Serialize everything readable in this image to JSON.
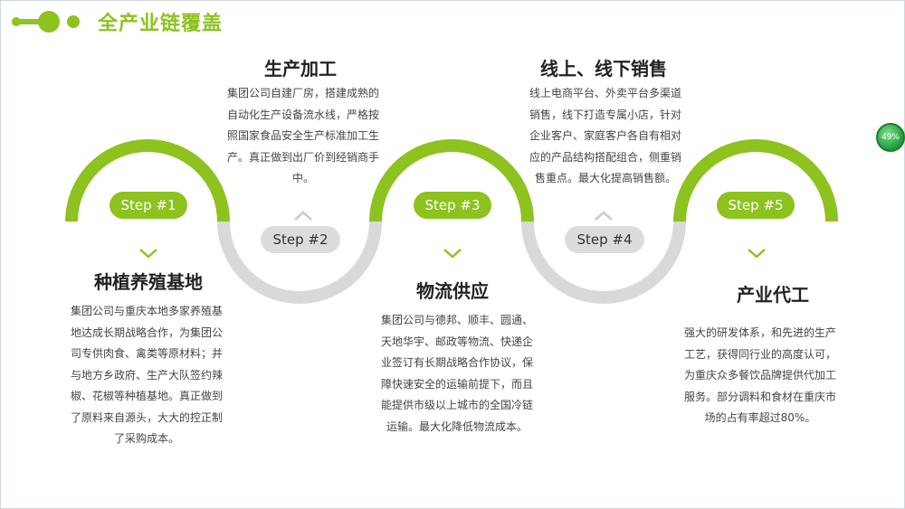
{
  "header": {
    "title": "全产业链覆盖"
  },
  "colors": {
    "accent": "#8dc21f",
    "grey_arc": "#d9d9d9",
    "pill_grey": "#dcdcdc"
  },
  "steps": [
    {
      "badge": "Step #1",
      "title": "种植养殖基地",
      "desc": "集团公司与重庆本地多家养殖基地达成长期战略合作，为集团公司专供肉食、禽类等原材料；并与地方乡政府、生产大队签约辣椒、花椒等种植基地。真正做到了原料来自源头，大大的控正制了采购成本。"
    },
    {
      "badge": "Step #2",
      "title": "生产加工",
      "desc": "集团公司自建厂房，搭建成熟的自动化生产设备流水线，严格按照国家食品安全生产标准加工生产。真正做到出厂价到经销商手中。"
    },
    {
      "badge": "Step #3",
      "title": "物流供应",
      "desc": "集团公司与德邦、顺丰、圆通、天地华宇、邮政等物流、快递企业签订有长期战略合作协议，保障快速安全的运输前提下，而且能提供市级以上城市的全国冷链运输。最大化降低物流成本。"
    },
    {
      "badge": "Step #4",
      "title": "线上、线下销售",
      "desc": "线上电商平台、外卖平台多渠道销售，线下打造专属小店，针对企业客户、家庭客户各自有相对应的产品结构搭配组合，侧重销售重点。最大化提高销售额。"
    },
    {
      "badge": "Step #5",
      "title": "产业代工",
      "desc": "强大的研发体系，和先进的生产工艺，获得同行业的高度认可，为重庆众多餐饮品牌提供代加工服务。部分调料和食材在重庆市场的占有率超过80%。"
    }
  ],
  "progress_badge": {
    "label": "49%",
    "value": 49
  }
}
